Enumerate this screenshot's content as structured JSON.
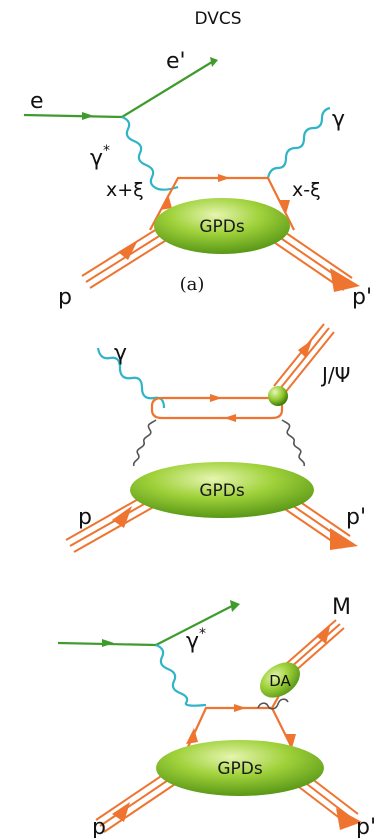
{
  "colors": {
    "lepton": "#3f9b2c",
    "photon": "#2fb4c8",
    "quark": "#ee7430",
    "proton": "#ee7430",
    "gpd_blob": "#7bbf1e",
    "gluon": "#555555"
  },
  "panel_a": {
    "title": "DVCS",
    "incoming_electron": "e",
    "outgoing_electron": "e'",
    "virtual_photon": "γ",
    "virtual_photon_star": "*",
    "real_photon": "γ",
    "left_parton": "x+ξ",
    "right_parton": "x-ξ",
    "blob": "GPDs",
    "proton_in": "p",
    "proton_out": "p'",
    "caption": "(a)"
  },
  "panel_b": {
    "photon": "γ",
    "meson": "J/Ψ",
    "blob": "GPDs",
    "proton_in": "p",
    "proton_out": "p'"
  },
  "panel_c": {
    "virtual_photon": "γ",
    "virtual_photon_star": "*",
    "meson": "M",
    "distribution_amplitude": "DA",
    "blob": "GPDs",
    "proton_in": "p",
    "proton_out": "p'"
  }
}
